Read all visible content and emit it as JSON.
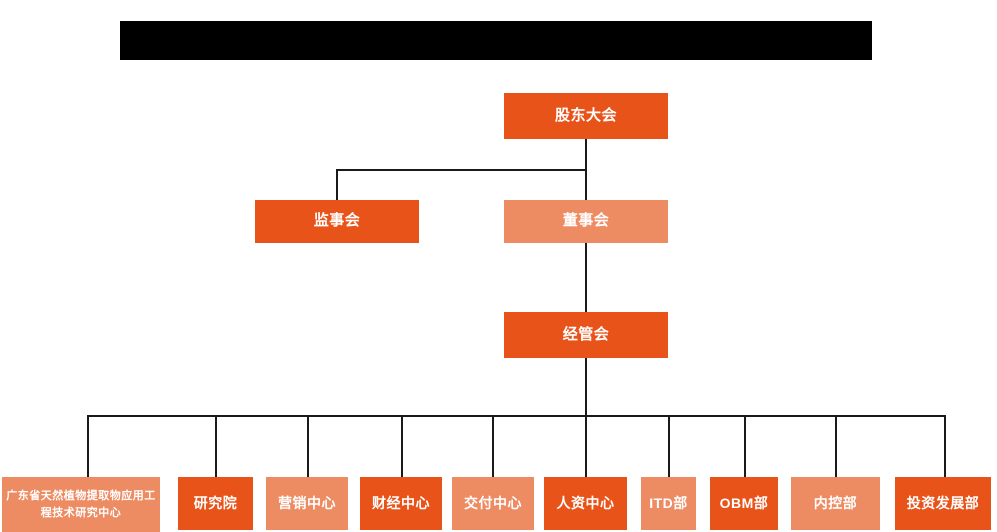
{
  "page": {
    "title_banner": {
      "name": "redacted-title-banner",
      "text": ""
    },
    "background_color": "#ffffff"
  },
  "theme": {
    "accent_dark": "#E8531A",
    "accent_light": "#ED8B63",
    "line_color": "#1a1a1a",
    "label_color": "#ffffff",
    "banner_color": "#000000"
  },
  "chart_data": {
    "type": "diagram",
    "diagram_type": "organizational-chart",
    "title": "",
    "orientation": "top-down",
    "levels": [
      {
        "level": 1,
        "nodes": [
          {
            "id": "shareholders",
            "label": "股东大会",
            "style": "dark"
          }
        ]
      },
      {
        "level": 2,
        "nodes": [
          {
            "id": "supervisors",
            "label": "监事会",
            "style": "dark"
          },
          {
            "id": "directors",
            "label": "董事会",
            "style": "light"
          }
        ]
      },
      {
        "level": 3,
        "nodes": [
          {
            "id": "management",
            "label": "经管会",
            "style": "dark"
          }
        ]
      },
      {
        "level": 4,
        "nodes": [
          {
            "id": "research-center",
            "label": "广东省天然植物提取物应用工程技术研究中心",
            "style": "light"
          },
          {
            "id": "institute",
            "label": "研究院",
            "style": "dark"
          },
          {
            "id": "marketing-center",
            "label": "营销中心",
            "style": "light"
          },
          {
            "id": "finance-center",
            "label": "财经中心",
            "style": "dark"
          },
          {
            "id": "delivery-center",
            "label": "交付中心",
            "style": "light"
          },
          {
            "id": "hr-center",
            "label": "人资中心",
            "style": "dark"
          },
          {
            "id": "itd-dept",
            "label": "ITD部",
            "style": "light"
          },
          {
            "id": "obm-dept",
            "label": "OBM部",
            "style": "dark"
          },
          {
            "id": "internal-control-dept",
            "label": "内控部",
            "style": "light"
          },
          {
            "id": "investment-dev-dept",
            "label": "投资发展部",
            "style": "dark"
          }
        ]
      }
    ],
    "edges": [
      {
        "from": "shareholders",
        "to": "supervisors"
      },
      {
        "from": "shareholders",
        "to": "directors"
      },
      {
        "from": "directors",
        "to": "management"
      },
      {
        "from": "management",
        "to": "research-center"
      },
      {
        "from": "management",
        "to": "institute"
      },
      {
        "from": "management",
        "to": "marketing-center"
      },
      {
        "from": "management",
        "to": "finance-center"
      },
      {
        "from": "management",
        "to": "delivery-center"
      },
      {
        "from": "management",
        "to": "hr-center"
      },
      {
        "from": "management",
        "to": "itd-dept"
      },
      {
        "from": "management",
        "to": "obm-dept"
      },
      {
        "from": "management",
        "to": "internal-control-dept"
      },
      {
        "from": "management",
        "to": "investment-dev-dept"
      }
    ]
  }
}
